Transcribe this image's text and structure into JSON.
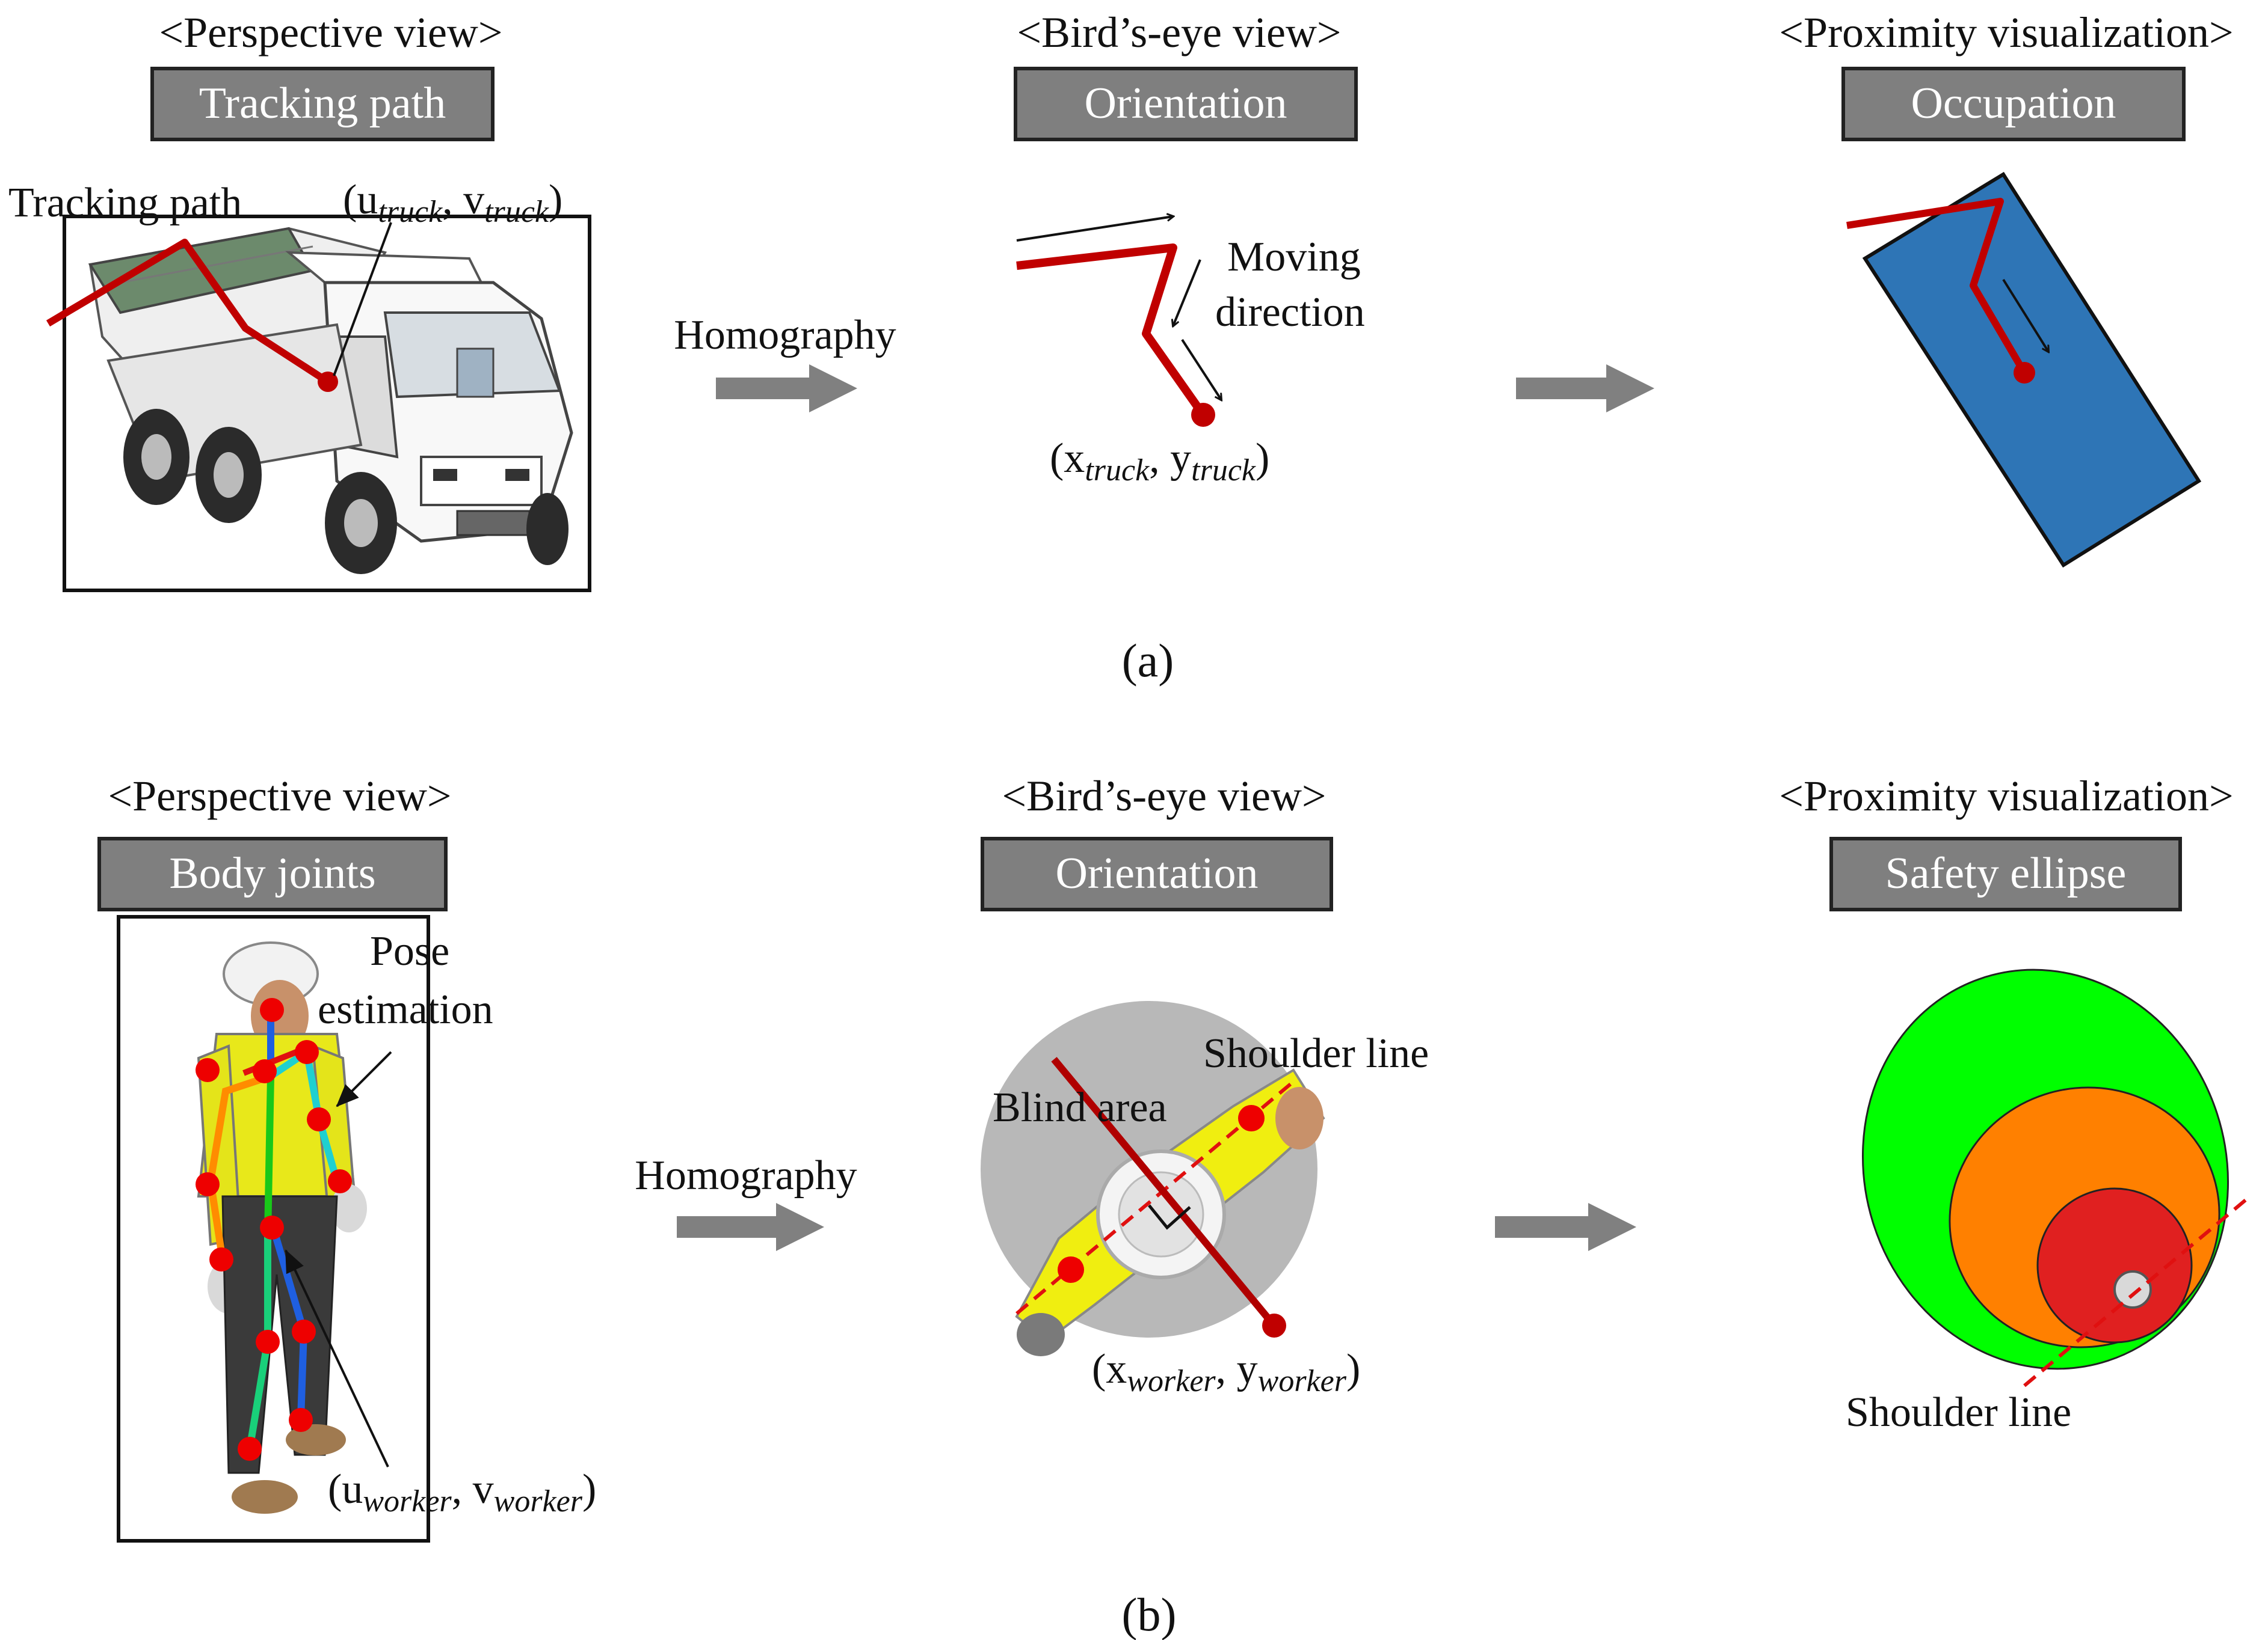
{
  "panel_a": {
    "perspective": {
      "header": "<Perspective view>",
      "box_label": "Tracking path",
      "annotation": "Tracking path",
      "point_label": "(u",
      "point_label_sub1": "truck",
      "point_label_mid": ", v",
      "point_label_sub2": "truck",
      "point_label_end": ")"
    },
    "arrow1_label": "Homography",
    "birdseye": {
      "header": "<Bird’s-eye view>",
      "box_label": "Orientation",
      "annotation_line1": "Moving",
      "annotation_line2": "direction",
      "point_label": "(x",
      "point_label_sub1": "truck",
      "point_label_mid": ", y",
      "point_label_sub2": "truck",
      "point_label_end": ")"
    },
    "proximity": {
      "header": "<Proximity visualization>",
      "box_label": "Occupation"
    },
    "caption": "(a)"
  },
  "panel_b": {
    "perspective": {
      "header": "<Perspective view>",
      "box_label": "Body joints",
      "annotation_line1": "Pose",
      "annotation_line2": "estimation",
      "point_label": "(u",
      "point_label_sub1": "worker",
      "point_label_mid": ", v",
      "point_label_sub2": "worker",
      "point_label_end": ")"
    },
    "arrow1_label": "Homography",
    "birdseye": {
      "header": "<Bird’s-eye view>",
      "box_label": "Orientation",
      "shoulder_label": "Shoulder line",
      "blind_label": "Blind area",
      "point_label": "(x",
      "point_label_sub1": "worker",
      "point_label_mid": ", y",
      "point_label_sub2": "worker",
      "point_label_end": ")"
    },
    "proximity": {
      "header": "<Proximity visualization>",
      "box_label": "Safety ellipse",
      "shoulder_label": "Shoulder line"
    },
    "caption": "(b)"
  },
  "colors": {
    "label_box": "#7f7f7f",
    "path_red": "#c00000",
    "occupation_blue": "#2e75b6",
    "ellipse_green": "#00ff00",
    "ellipse_orange": "#ff8000",
    "ellipse_red": "#e02020",
    "flow_arrow": "#808080"
  }
}
